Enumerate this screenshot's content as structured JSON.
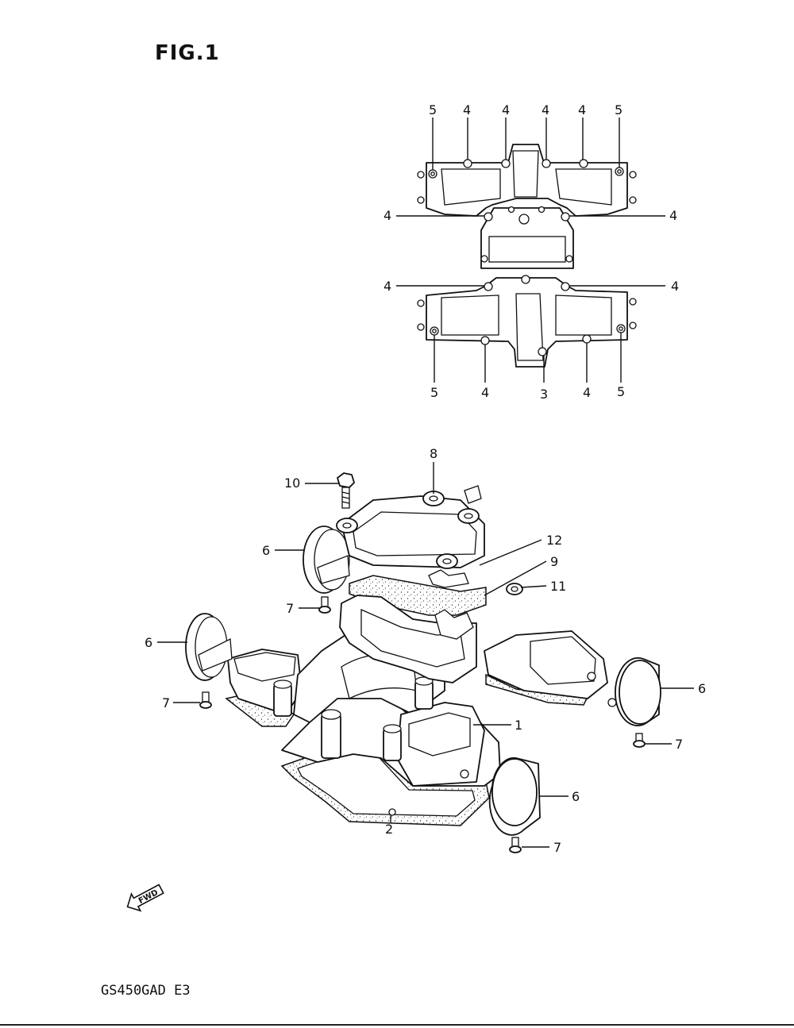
{
  "figure": {
    "title": "FIG.1",
    "model_code": "GS450GAD E3",
    "fwd_label": "FWD"
  },
  "gasket_view": {
    "top_callouts": [
      "5",
      "4",
      "4",
      "4",
      "4",
      "5"
    ],
    "left_callouts": [
      "4",
      "4"
    ],
    "right_callouts": [
      "4",
      "4"
    ],
    "bottom_callouts": [
      "5",
      "4",
      "3",
      "4",
      "5"
    ]
  },
  "exploded_view": {
    "callouts": {
      "c1": "1",
      "c2": "2",
      "c6a": "6",
      "c6b": "6",
      "c6c": "6",
      "c6d": "6",
      "c7a": "7",
      "c7b": "7",
      "c7c": "7",
      "c7d": "7",
      "c8": "8",
      "c9": "9",
      "c10": "10",
      "c11": "11",
      "c12": "12"
    }
  }
}
